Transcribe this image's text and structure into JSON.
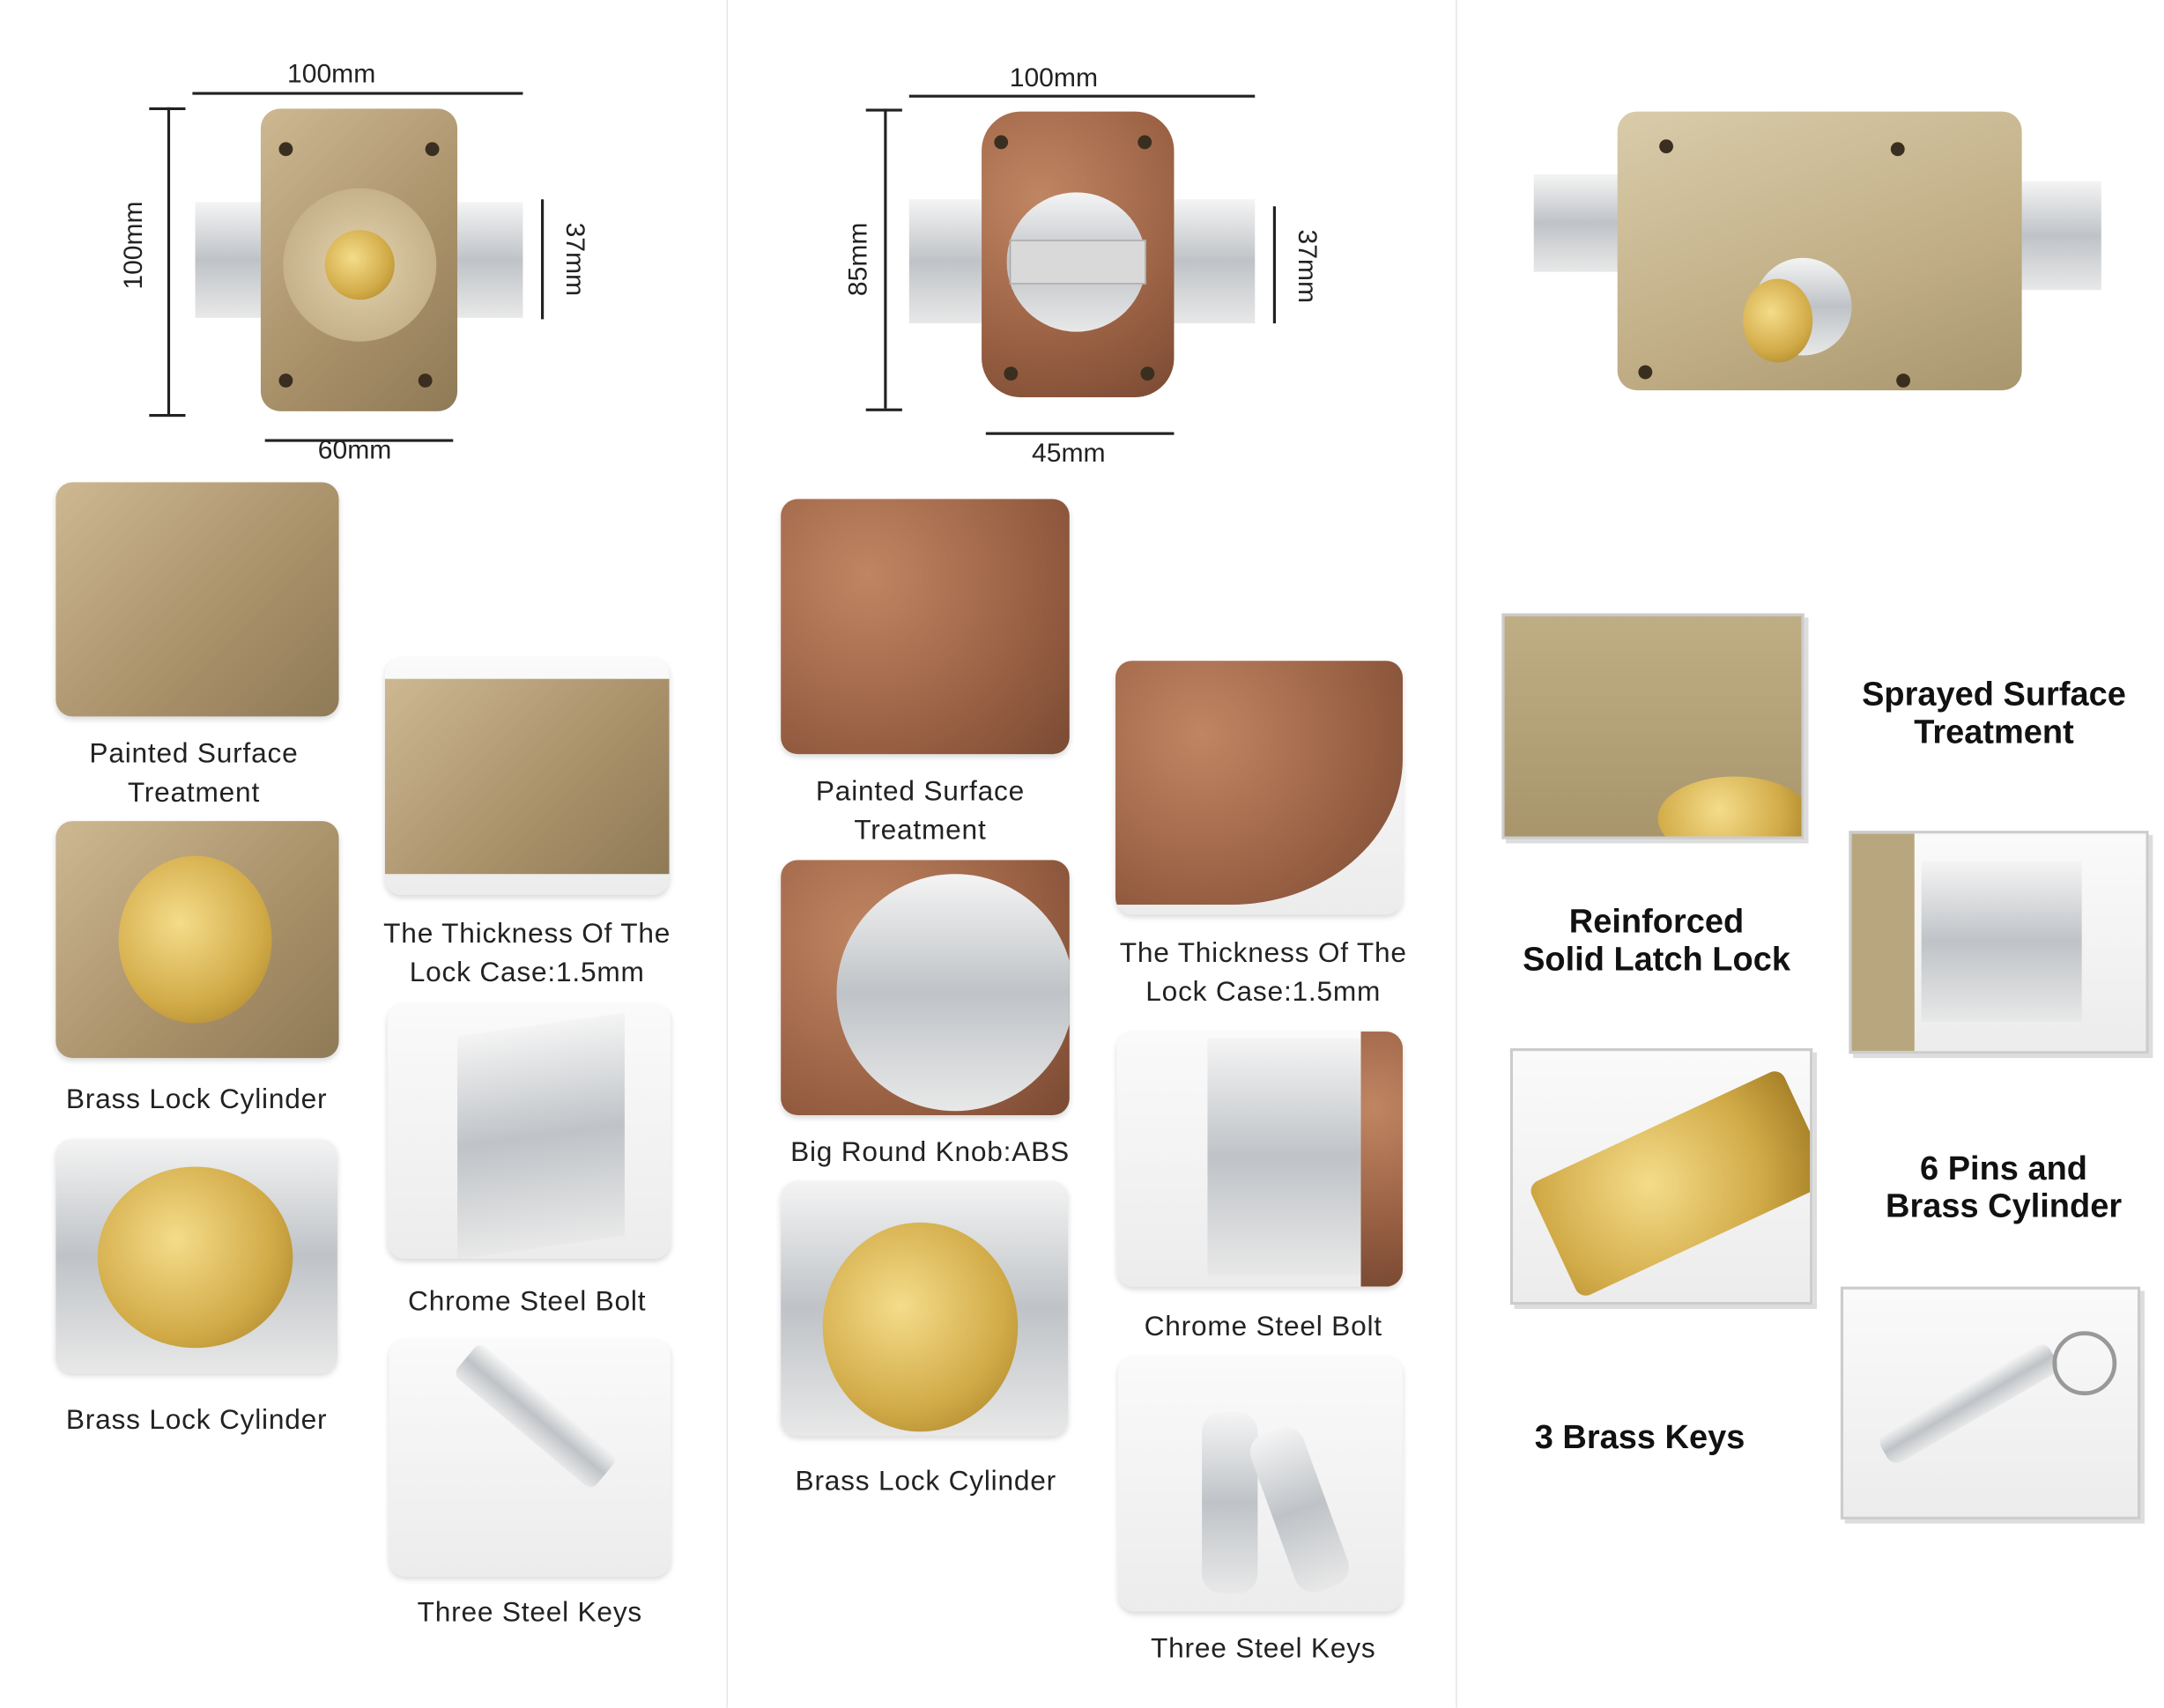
{
  "left_panel": {
    "dimensions": {
      "width_top": "100mm",
      "height_left": "100mm",
      "bolt_height": "37mm",
      "width_bottom": "60mm"
    },
    "features": [
      {
        "label": "Painted Surface Treatment",
        "line1": "Painted Surface",
        "line2": "Treatment"
      },
      {
        "label": "The Thickness Of The Lock Case:1.5mm",
        "line1": "The Thickness Of The",
        "line2": "Lock Case:1.5mm"
      },
      {
        "label": "Brass Lock Cylinder"
      },
      {
        "label": "Chrome Steel Bolt"
      },
      {
        "label": "Brass Lock Cylinder"
      },
      {
        "label": "Three Steel Keys"
      }
    ],
    "body_color": "#b5a07a"
  },
  "middle_panel": {
    "dimensions": {
      "width_top": "100mm",
      "height_left": "85mm",
      "bolt_height": "37mm",
      "width_bottom": "45mm"
    },
    "features": [
      {
        "label": "Painted Surface Treatment",
        "line1": "Painted Surface",
        "line2": "Treatment"
      },
      {
        "label": "The Thickness Of The Lock Case:1.5mm",
        "line1": "The Thickness Of The",
        "line2": "Lock Case:1.5mm"
      },
      {
        "label": "Big Round Knob:ABS"
      },
      {
        "label": "Chrome Steel Bolt"
      },
      {
        "label": "Brass Lock Cylinder"
      },
      {
        "label": "Three Steel Keys"
      }
    ],
    "body_color": "#a86d4c"
  },
  "right_panel": {
    "features": [
      {
        "line1": "Sprayed Surface",
        "line2": "Treatment"
      },
      {
        "line1": "Reinforced",
        "line2": "Solid Latch Lock"
      },
      {
        "line1": "6 Pins and",
        "line2": "Brass Cylinder"
      },
      {
        "line1": "3 Brass Keys"
      }
    ],
    "body_color": "#c4b38c"
  }
}
